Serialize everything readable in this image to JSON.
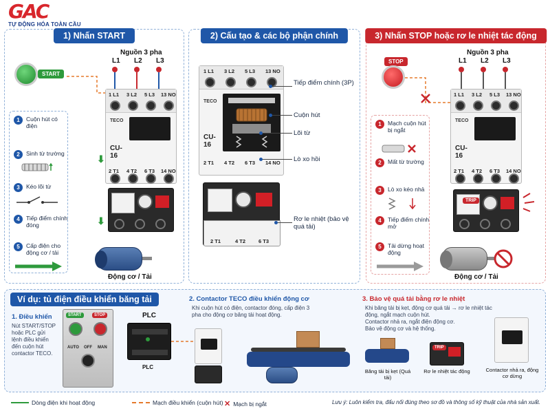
{
  "brand": {
    "logo_text": "GAC",
    "tagline": "TỰ ĐỘNG HÓA TOÀN CẦU"
  },
  "panel1": {
    "title": "1) Nhấn START",
    "start_label": "START",
    "source_label": "Nguồn 3 pha",
    "phases": [
      "L1",
      "L2",
      "L3"
    ],
    "terminals_top": [
      "1 L1",
      "3 L2",
      "5 L3",
      "13 NO"
    ],
    "terminals_bottom": [
      "2 T1",
      "4 T2",
      "6 T3",
      "14 NO"
    ],
    "brand_mark": "TECO",
    "model": "CU-16",
    "motor_label": "Động cơ / Tải",
    "steps": [
      {
        "num": "1",
        "text": "Cuộn hút có điện"
      },
      {
        "num": "2",
        "text": "Sinh từ trường"
      },
      {
        "num": "3",
        "text": "Kéo lõi từ"
      },
      {
        "num": "4",
        "text": "Tiếp điểm chính đóng"
      },
      {
        "num": "5",
        "text": "Cấp điện cho động cơ / tải"
      }
    ]
  },
  "panel2": {
    "title": "2) Cấu tạo & các bộ phận chính",
    "terminals_top": [
      "1 L1",
      "3 L2",
      "5 L3",
      "13 NO"
    ],
    "terminals_bottom": [
      "2 T1",
      "4 T2",
      "6 T3",
      "14 NO"
    ],
    "brand_mark": "TECO",
    "model": "CU-16",
    "callouts": [
      "Tiếp điểm chính (3P)",
      "Cuộn hút",
      "Lõi từ",
      "Lò xo hồi",
      "Rơ le nhiệt (bảo vệ quá tải)"
    ],
    "relay_bottom": [
      "2 T1",
      "4 T2",
      "6 T3"
    ]
  },
  "panel3": {
    "title": "3) Nhấn STOP hoặc rơ le nhiệt tác động",
    "stop_label": "STOP",
    "source_label": "Nguồn 3 pha",
    "phases": [
      "L1",
      "L2",
      "L3"
    ],
    "terminals_top": [
      "1 L1",
      "3 L2",
      "5 L3",
      "13 NO"
    ],
    "terminals_bottom": [
      "2 T1",
      "4 T2",
      "6 T3",
      "14 NO"
    ],
    "brand_mark": "TECO",
    "model": "CU-16",
    "trip_label": "TRIP",
    "motor_label": "Động cơ / Tải",
    "steps": [
      {
        "num": "1",
        "text": "Mạch cuộn hút bị ngắt"
      },
      {
        "num": "2",
        "text": "Mất từ trường"
      },
      {
        "num": "3",
        "text": "Lò xo kéo nhả"
      },
      {
        "num": "4",
        "text": "Tiếp điểm chính mở"
      },
      {
        "num": "5",
        "text": "Tải dừng hoạt động"
      }
    ]
  },
  "example": {
    "title": "Ví dụ: tủ điện điều khiển băng tải",
    "s1": {
      "head": "1. Điều khiển",
      "bullets": [
        "Nút START/STOP hoặc PLC gửi lệnh điều khiển đến cuộn hút contactor TECO."
      ],
      "cabinet_start": "START",
      "cabinet_stop": "STOP",
      "switch_labels": [
        "AUTO",
        "OFF",
        "MAN"
      ]
    },
    "plc_label": "PLC",
    "plc_caption": "PLC",
    "s2": {
      "head": "2. Contactor TECO điều khiển động cơ",
      "bullets": [
        "Khi cuộn hút có điện, contactor đóng, cấp điện 3 pha cho động cơ băng tải hoạt động."
      ]
    },
    "s3": {
      "head": "3. Bảo vệ quá tải bằng rơ le nhiệt",
      "bullets": [
        "Khi băng tải bị kẹt, động cơ quá tải → rơ le nhiệt tác động, ngắt mạch cuộn hút.",
        "Contactor nhả ra, ngắt điện động cơ.",
        "Bảo vệ động cơ và hệ thống."
      ],
      "captions": [
        "Băng tải bị kẹt (Quá tải)",
        "Rơ le nhiệt tác động",
        "Contactor nhả ra, động cơ dừng"
      ],
      "trip_label": "TRIP"
    }
  },
  "legend": {
    "green": "Dòng điện khi hoạt động",
    "red": "Mạch điều khiển (cuộn hút)",
    "cut": "Mạch bị ngắt",
    "note": "Lưu ý: Luôn kiểm tra, đấu nối đúng theo sơ đồ và thông số kỹ thuật của nhà sản xuất."
  },
  "colors": {
    "blue": "#1f57a8",
    "red": "#c8272d",
    "green": "#2e9a3c"
  }
}
